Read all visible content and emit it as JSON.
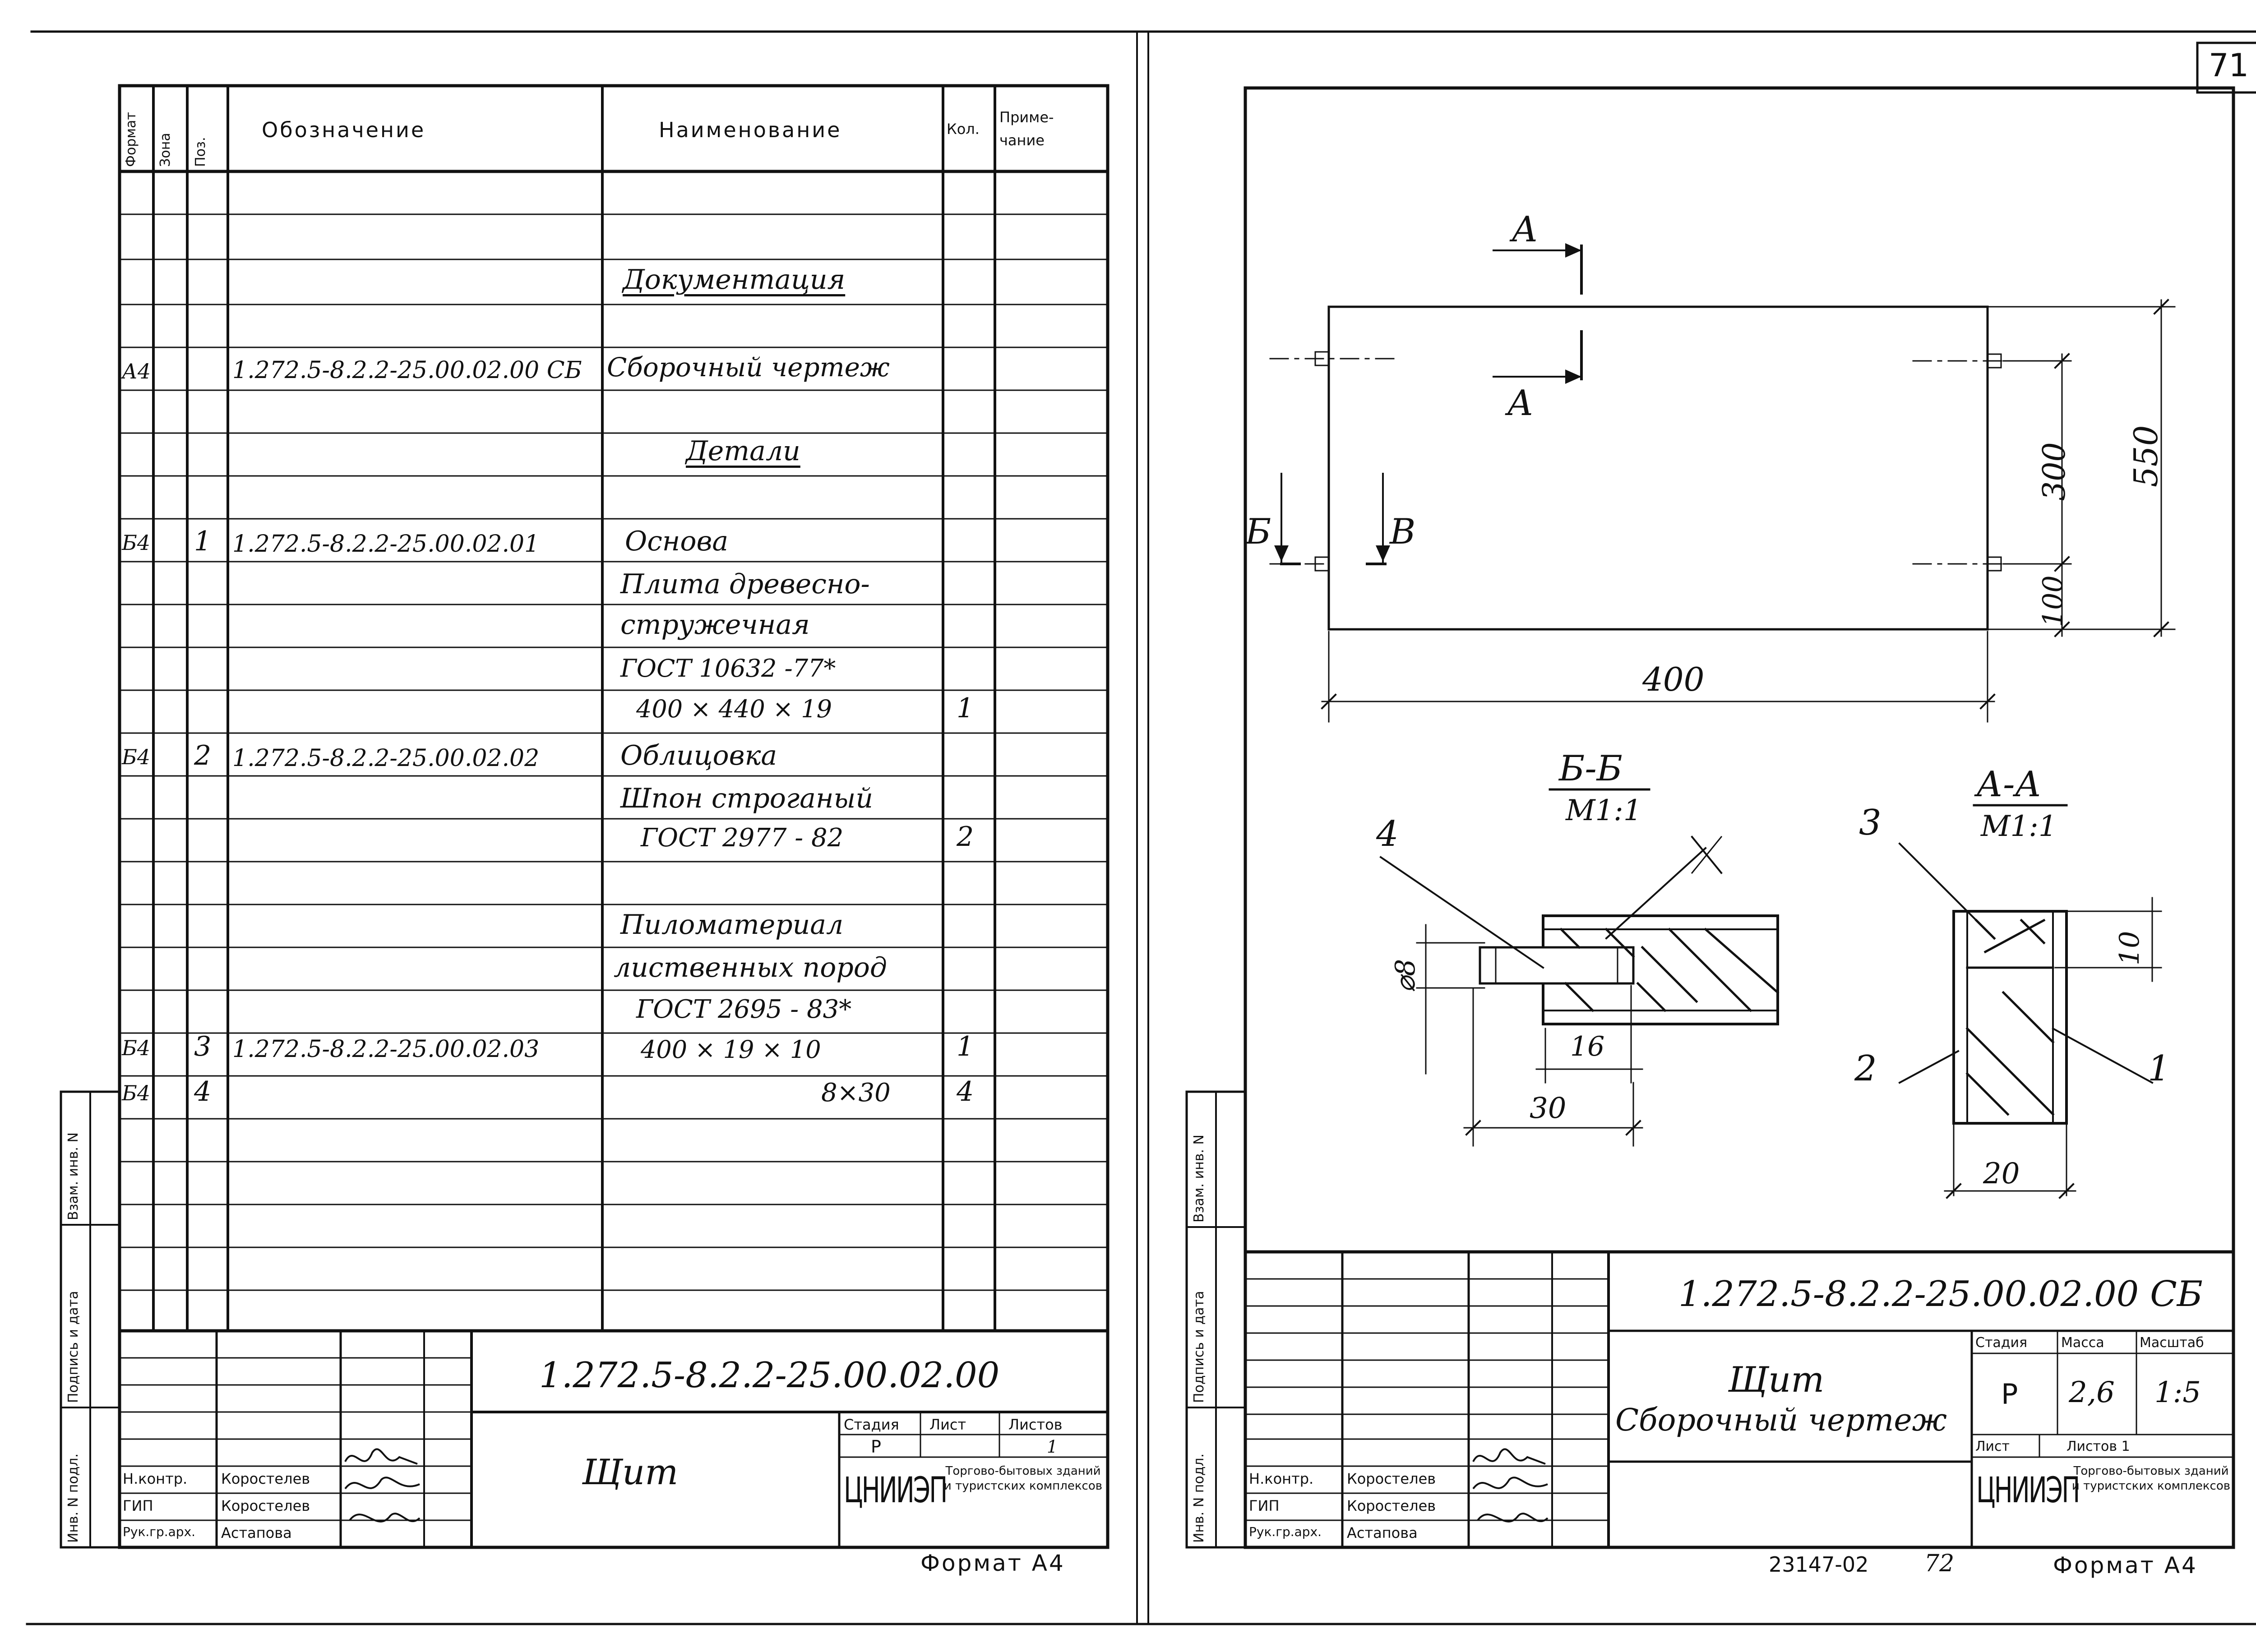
{
  "sheet_left": {
    "headers": {
      "format": "Формат",
      "zone": "Зона",
      "pos": "Поз.",
      "designation": "Обозначение",
      "name": "Наименование",
      "qty": "Кол.",
      "note": "Приме-\nчание"
    },
    "rows": {
      "r_doc": {
        "name": "Документация"
      },
      "r_sb": {
        "format": "А4",
        "designation": "1.272.5-8.2.2-25.00.02.00 СБ",
        "name": "Сборочный чертеж"
      },
      "r_det": {
        "name": "Детали"
      },
      "r1": {
        "format": "Б4",
        "pos": "1",
        "designation": "1.272.5-8.2.2-25.00.02.01",
        "name": "Основа"
      },
      "r1b": {
        "name": "Плита древесно-"
      },
      "r1c": {
        "name": "стружечная"
      },
      "r1d": {
        "name": "ГОСТ 10632 -77*"
      },
      "r1e": {
        "name": "400 × 440 × 19",
        "qty": "1"
      },
      "r2": {
        "format": "Б4",
        "pos": "2",
        "designation": "1.272.5-8.2.2-25.00.02.02",
        "name": "Облицовка"
      },
      "r2b": {
        "name": "Шпон строганый"
      },
      "r2c": {
        "name": "ГОСТ 2977 - 82",
        "qty": "2"
      },
      "r3a": {
        "name": "Пиломатериал"
      },
      "r3b": {
        "name": "лиственных пород"
      },
      "r3c": {
        "name": "ГОСТ 2695 - 83*"
      },
      "r3": {
        "format": "Б4",
        "pos": "3",
        "designation": "1.272.5-8.2.2-25.00.02.03",
        "name": "400 × 19 × 10",
        "qty": "1"
      },
      "r4": {
        "format": "Б4",
        "pos": "4",
        "name": "8×30",
        "qty": "4"
      }
    },
    "side_labels": {
      "inv_orig": "Инв. N подл.",
      "sign_date": "Подпись и дата",
      "vzam": "Взам. инв. N"
    },
    "title_block": {
      "code": "1.272.5-8.2.2-25.00.02.00",
      "title": "Щит",
      "stage_label": "Стадия",
      "sheet_label": "Лист",
      "sheets_label": "Листов",
      "stage": "Р",
      "sheets": "1",
      "org_logo": "ЦНИИЭП",
      "org_name": "Торгово-бытовых зданий и туристских комплексов",
      "roles": [
        "Н.контр.",
        "ГИП",
        "Рук.гр.арх."
      ],
      "people": [
        "Коростелев",
        "Коростелев",
        "Астапова"
      ]
    },
    "format_note": "Формат А4"
  },
  "sheet_right": {
    "page_number": "71",
    "drawing": {
      "section_A": "А",
      "section_B": "Б",
      "section_V": "В",
      "dim_400": "400",
      "dim_550": "550",
      "dim_300": "300",
      "dim_100": "100",
      "bb_title": "Б-Б",
      "bb_scale": "М1:1",
      "aa_title": "А-А",
      "aa_scale": "М1:1",
      "pos4": "4",
      "pos3": "3",
      "pos2": "2",
      "pos1": "1",
      "dia8": "⌀8",
      "dim_16": "16",
      "dim_30": "30",
      "dim_10": "10",
      "dim_20": "20"
    },
    "side_labels": {
      "inv_orig": "Инв. N подл.",
      "sign_date": "Подпись и дата",
      "vzam": "Взам. инв. N"
    },
    "title_block": {
      "code": "1.272.5-8.2.2-25.00.02.00 СБ",
      "title1": "Щит",
      "title2": "Сборочный чертеж",
      "stage_label": "Стадия",
      "mass_label": "Масса",
      "scale_label": "Масштаб",
      "stage": "Р",
      "mass": "2,6",
      "scale": "1:5",
      "sheet_label": "Лист",
      "sheets_label": "Листов 1",
      "org_logo": "ЦНИИЭП",
      "org_name": "Торгово-бытовых зданий и туристских комплексов",
      "roles": [
        "Н.контр.",
        "ГИП",
        "Рук.гр.арх."
      ],
      "people": [
        "Коростелев",
        "Коростелев",
        "Астапова"
      ]
    },
    "bottom_note": "23147-02",
    "bottom_page": "72",
    "format_note": "Формат А4"
  }
}
